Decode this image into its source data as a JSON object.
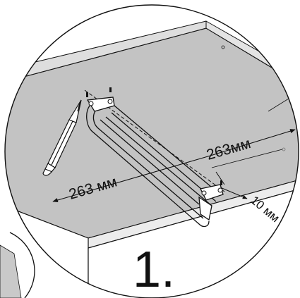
{
  "step_number": "1.",
  "dimension_left": "263 мм",
  "dimension_right": "263мм",
  "dimension_offset": "10 мм",
  "colors": {
    "surface_top": "#c3c3c3",
    "surface_front": "#ffffff",
    "edge_band": "#dcdcdc",
    "line": "#111111",
    "background": "#ffffff"
  }
}
